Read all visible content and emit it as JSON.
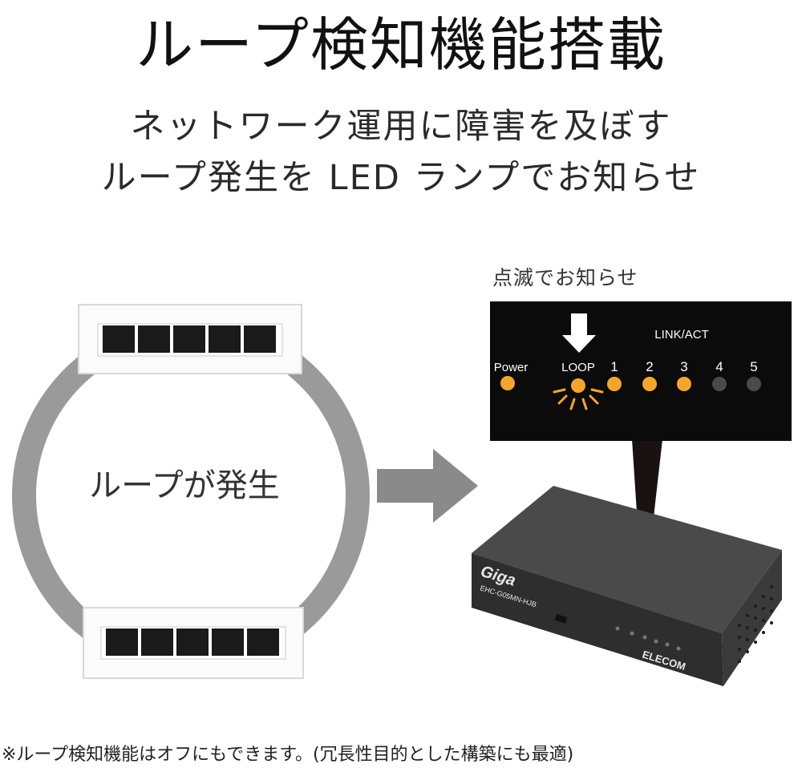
{
  "title": "ループ検知機能搭載",
  "subtitle_line1": "ネットワーク運用に障害を及ぼす",
  "subtitle_line2": "ループ発生を LED ランプでお知らせ",
  "caption": "点滅でお知らせ",
  "loop_label": "ループが発生",
  "panel": {
    "header": "LINK/ACT",
    "power_label": "Power",
    "loop_label": "LOOP",
    "ports": [
      "1",
      "2",
      "3",
      "4",
      "5"
    ],
    "port_lit": [
      true,
      true,
      true,
      false,
      false
    ],
    "led_on_color": "#f5a62a",
    "led_off_color": "#4a4a4a"
  },
  "device": {
    "brand": "Giga",
    "model": "EHC-G05MN-HJB",
    "maker": "ELECOM"
  },
  "footnote": "※ループ検知機能はオフにもできます。(冗長性目的とした構築にも最適)",
  "colors": {
    "ring": "#9a9a9a",
    "arrow": "#8a8a8a",
    "panel_bg": "#0b0b0b",
    "device_body": "#3c3c3c"
  }
}
